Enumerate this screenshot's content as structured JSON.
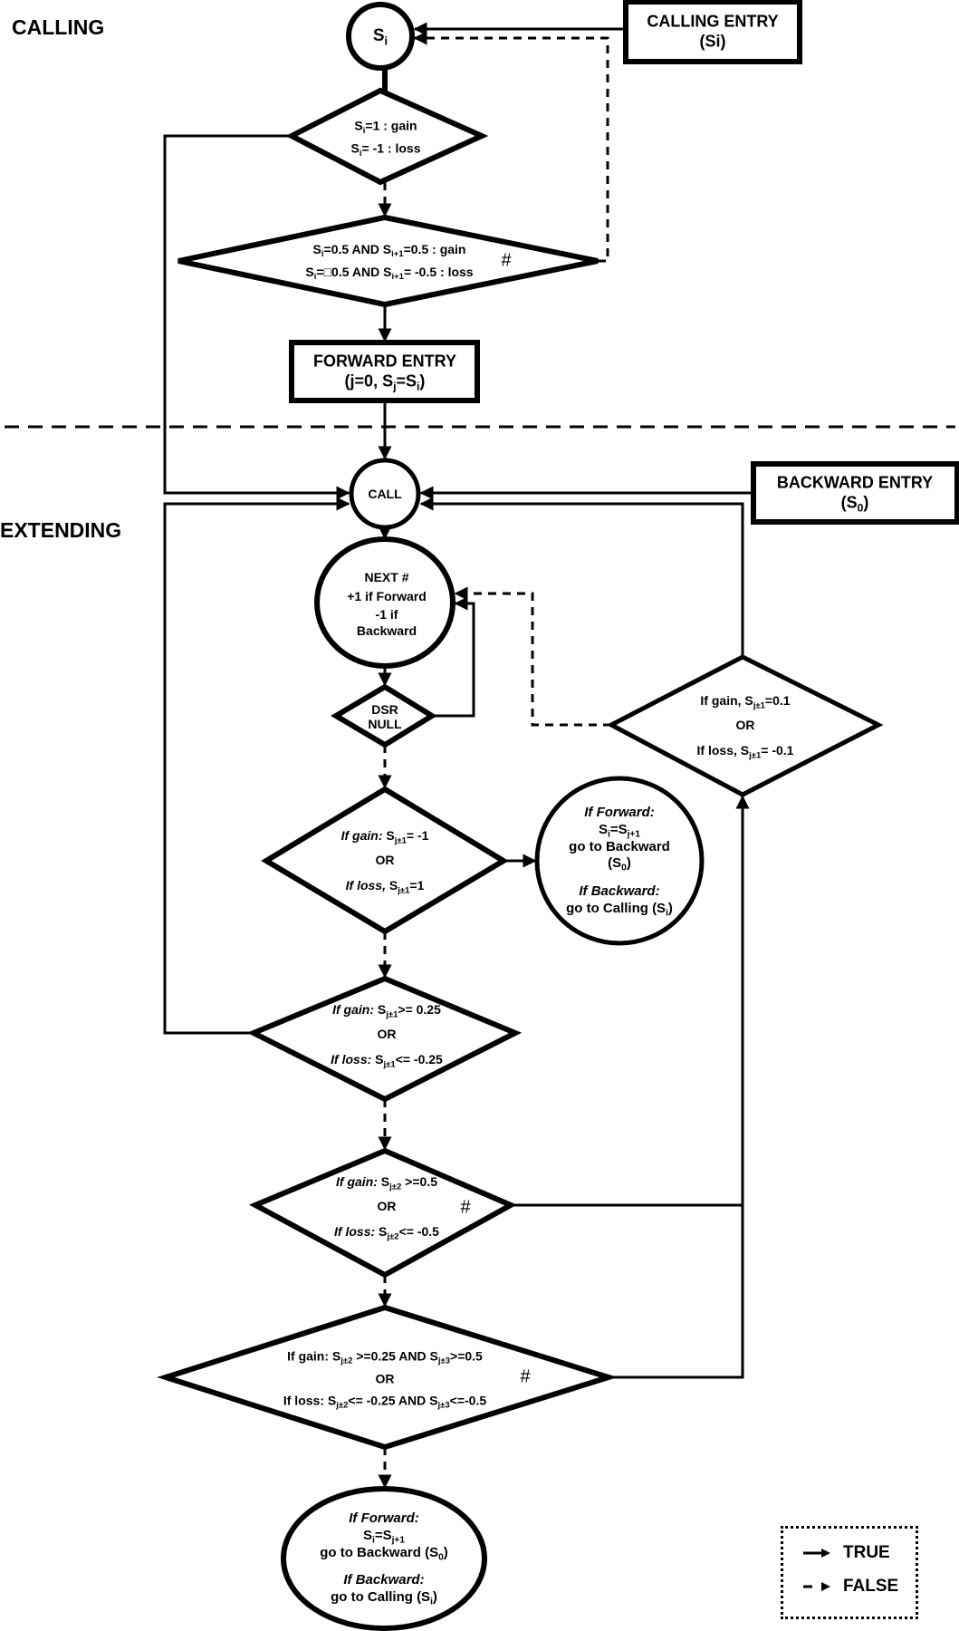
{
  "sections": {
    "calling": "CALLING",
    "extending": "EXTENDING"
  },
  "nodes": {
    "si_circle": {
      "main": "S",
      "sub": "i"
    },
    "calling_entry": {
      "line1": "CALLING ENTRY",
      "line2": "(Si)"
    },
    "d1": {
      "l1_a": "S",
      "l1_sub": "i",
      "l1_b": "=1 : gain",
      "l2_a": "S",
      "l2_sub": "i",
      "l2_b": "= -1 : loss"
    },
    "d2": {
      "l1_a": "S",
      "l1_sub": "i",
      "l1_b": "=0.5 AND S",
      "l1_sub2": "i+1",
      "l1_c": "=0.5 : gain",
      "l2_a": "S",
      "l2_sub": "i",
      "l2_b": "=□0.5 AND S",
      "l2_sub2": "i+1",
      "l2_c": "= -0.5 : loss",
      "mark": "#"
    },
    "forward_entry": {
      "line1": "FORWARD ENTRY",
      "l2_a": "(j=0, S",
      "l2_sub": "j",
      "l2_b": "=S",
      "l2_sub2": "i",
      "l2_c": ")"
    },
    "call": {
      "label": "CALL"
    },
    "backward_entry": {
      "line1": "BACKWARD ENTRY",
      "l2_a": "(S",
      "l2_sub": "0",
      "l2_b": ")"
    },
    "next": {
      "line1": "NEXT #",
      "line2": "+1 if Forward",
      "line3": "-1 if",
      "line4": "Backward"
    },
    "dsr": {
      "line1": "DSR",
      "line2": "NULL"
    },
    "d_small": {
      "l1_a": "If gain, S",
      "l1_sub": "j±1",
      "l1_b": "=0.1",
      "or": "OR",
      "l2_a": "If loss, S",
      "l2_sub": "j±1",
      "l2_b": "= -0.1"
    },
    "d3": {
      "l1_i": "If gain:",
      "l1_a": " S",
      "l1_sub": "j±1",
      "l1_b": "= -1",
      "or": "OR",
      "l2_i": "If loss,",
      "l2_a": " S",
      "l2_sub": "j±1",
      "l2_b": "=1"
    },
    "end_right": {
      "l1": "If Forward:",
      "l2_a": "S",
      "l2_sub": "i",
      "l2_b": "=S",
      "l2_sub2": "j+1",
      "l3": "go to Backward",
      "l4_a": "(S",
      "l4_sub": "0",
      "l4_b": ")",
      "l5": "If Backward:",
      "l6_a": "go to Calling (S",
      "l6_sub": "i",
      "l6_b": ")"
    },
    "d4": {
      "l1_i": "If gain:",
      "l1_a": " S",
      "l1_sub": "j±1",
      "l1_b": ">= 0.25",
      "or": "OR",
      "l2_i": "If loss:",
      "l2_a": " S",
      "l2_sub": "j±1",
      "l2_b": "<= -0.25"
    },
    "d5": {
      "l1_i": "If gain:",
      "l1_a": " S",
      "l1_sub": "j±2",
      "l1_b": " >=0.5",
      "or": "OR",
      "l2_i": "If loss:",
      "l2_a": " S",
      "l2_sub": "j±2",
      "l2_b": "<= -0.5",
      "mark": "#"
    },
    "d6": {
      "l1_a": "If gain: S",
      "l1_sub": "j±2",
      "l1_b": " >=0.25 AND S",
      "l1_sub2": "j±3",
      "l1_c": ">=0.5",
      "or": "OR",
      "l2_a": "If loss: S",
      "l2_sub": "j±2",
      "l2_b": "<= -0.25 AND S",
      "l2_sub2": "j±3",
      "l2_c": "<=-0.5",
      "mark": "#"
    },
    "end_bottom": {
      "l1": "If Forward:",
      "l2_a": "S",
      "l2_sub": "i",
      "l2_b": "=S",
      "l2_sub2": "j+1",
      "l3_a": "go to Backward (S",
      "l3_sub": "0",
      "l3_b": ")",
      "l4": "If Backward:",
      "l5_a": "go to Calling (S",
      "l5_sub": "i",
      "l5_b": ")"
    }
  },
  "legend": {
    "true_label": "TRUE",
    "false_label": "FALSE"
  }
}
